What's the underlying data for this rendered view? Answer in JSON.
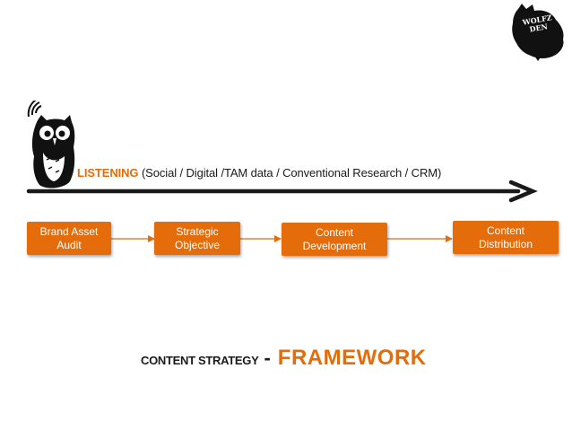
{
  "logo": {
    "line1": "WOLFZ",
    "line2": "DEN"
  },
  "listening": {
    "highlight": "LISTENING",
    "rest": " (Social / Digital /TAM data / Conventional Research / CRM)"
  },
  "steps": [
    {
      "line1": "Brand Asset",
      "line2": "Audit"
    },
    {
      "line1": "Strategic",
      "line2": "Objective"
    },
    {
      "line1": "Content",
      "line2": "Development"
    },
    {
      "line1": "Content",
      "line2": "Distribution"
    }
  ],
  "footer": {
    "label": "CONTENT STRATEGY",
    "dash": "-",
    "emphasis": "FRAMEWORK"
  },
  "colors": {
    "accent": "#e46c0a",
    "text": "#1a1a1a",
    "arrow": "#1a1a1a"
  }
}
